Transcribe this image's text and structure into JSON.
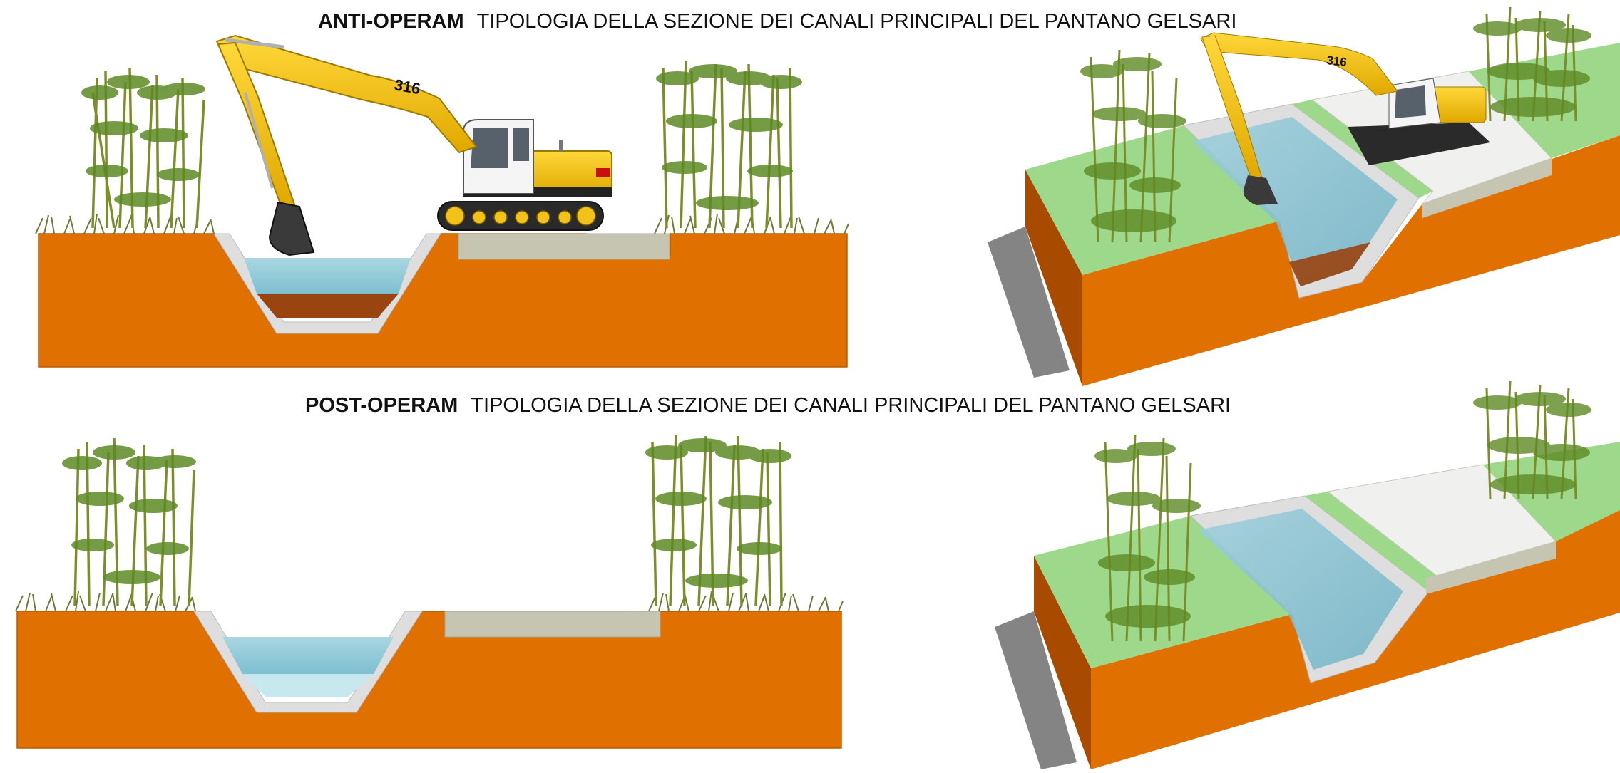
{
  "sections": [
    {
      "id": "anti",
      "phase_label": "ANTI-OPERAM",
      "description": "TIPOLOGIA DELLA SEZIONE DEI CANALI  PRINCIPALI DEL PANTANO GELSARI"
    },
    {
      "id": "post",
      "phase_label": "POST-OPERAM",
      "description": "TIPOLOGIA DELLA SEZIONE DEI CANALI  PRINCIPALI DEL PANTANO GELSARI"
    }
  ],
  "excavator": {
    "number": "316"
  },
  "colors": {
    "soil": "#E07000",
    "soil_dark": "#A84A00",
    "sediment": "#9A4410",
    "water": "#8FC8D6",
    "lining": "#DEDEDE",
    "path": "#C5C5B2",
    "grass": "#9ED88A",
    "machine_yellow": "#F2C21A",
    "shadow": "#6E6E6E"
  }
}
